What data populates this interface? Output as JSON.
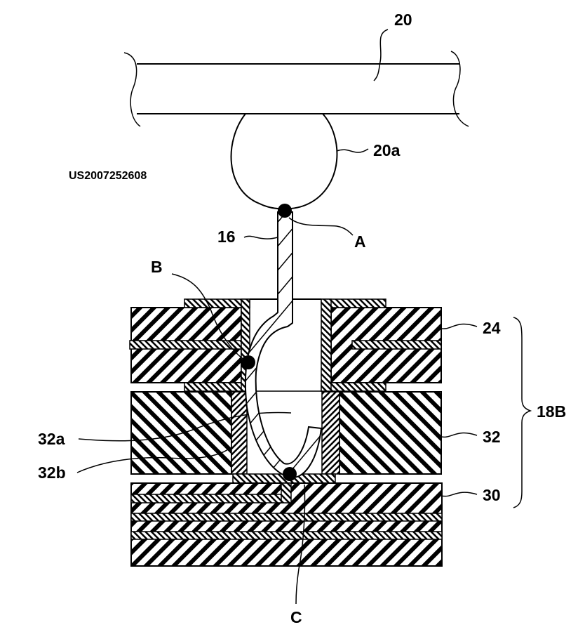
{
  "figure": {
    "publication_number": "US2007252608",
    "colors": {
      "ink": "#000000",
      "paper": "#ffffff"
    },
    "labels": {
      "board": "20",
      "solder_ball": "20a",
      "probe": "16",
      "contact_a": "A",
      "contact_b": "B",
      "contact_c": "C",
      "layer_24": "24",
      "layer_32": "32",
      "layer_32a": "32a",
      "layer_32b": "32b",
      "layer_30": "30",
      "assembly": "18B"
    }
  }
}
